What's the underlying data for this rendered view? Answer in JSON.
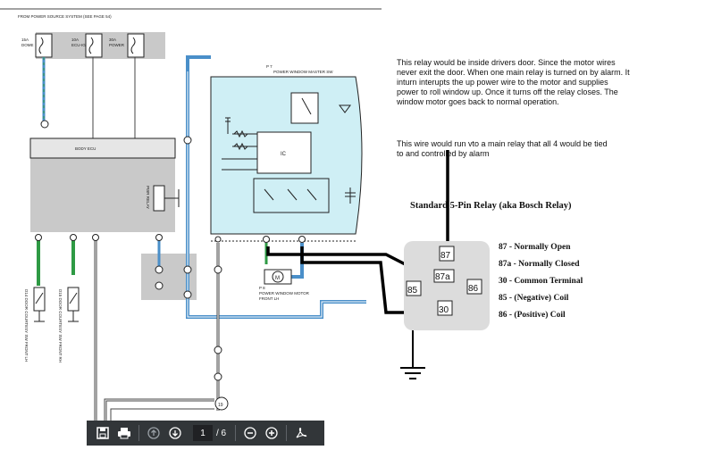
{
  "diagram": {
    "power_source_header": "FROM POWER SOURCE SYSTEM (SEE PAGE 54)",
    "fuses": [
      {
        "rating": "15A",
        "name": "DOME"
      },
      {
        "rating": "10A",
        "name": "ECU-IG"
      },
      {
        "rating": "30A",
        "name": "POWER"
      }
    ],
    "body_ecu_label": "BODY ECU",
    "pwr_relay_label": "PWR RELAY",
    "master_sw_id": "P 7",
    "master_sw_label": "POWER WINDOW MASTER SW",
    "ic_label": "IC",
    "motor_id": "P 8",
    "motor_label_1": "POWER WINDOW MOTOR",
    "motor_label_2": "FRONT LH",
    "courtesy_sw_1": "D14 DOOR COURTESY SW FRONT LH",
    "courtesy_sw_2": "D15 DOOR COURTESY SW FRONT RH",
    "motor_symbol": "M",
    "splice": "19"
  },
  "annotations": {
    "note_1": "This relay would be inside drivers door. Since the motor wires never exit the door.  When one main relay is turned on by alarm. It inturn interupts the up power wire to the motor and supplies power to roll window up. Once it turns off the relay closes. The window motor goes back to normal operation.",
    "note_2": "This wire would run  vto a main relay that all 4 would be tied to and controlled  by alarm"
  },
  "relay": {
    "title": "Standard 5-Pin Relay (aka Bosch Relay)",
    "pins": [
      "87",
      "87a",
      "85",
      "86",
      "30"
    ],
    "legend": [
      "87 - Normally Open",
      "87a - Normally Closed",
      "30 - Common Terminal",
      "85 - (Negative) Coil",
      "86 - (Positive) Coil"
    ]
  },
  "toolbar": {
    "current_page": "1",
    "total_pages": "/ 6",
    "icons": [
      "save-icon",
      "print-icon",
      "page-up-icon",
      "page-down-icon",
      "zoom-out-icon",
      "zoom-in-icon",
      "acrobat-icon"
    ]
  },
  "colors": {
    "wire_green": "#2e9a44",
    "wire_blue": "#4a8fc9",
    "panel_cyan": "#cfeff5",
    "panel_gray": "#c9c9c9",
    "toolbar_bg": "#323639"
  }
}
